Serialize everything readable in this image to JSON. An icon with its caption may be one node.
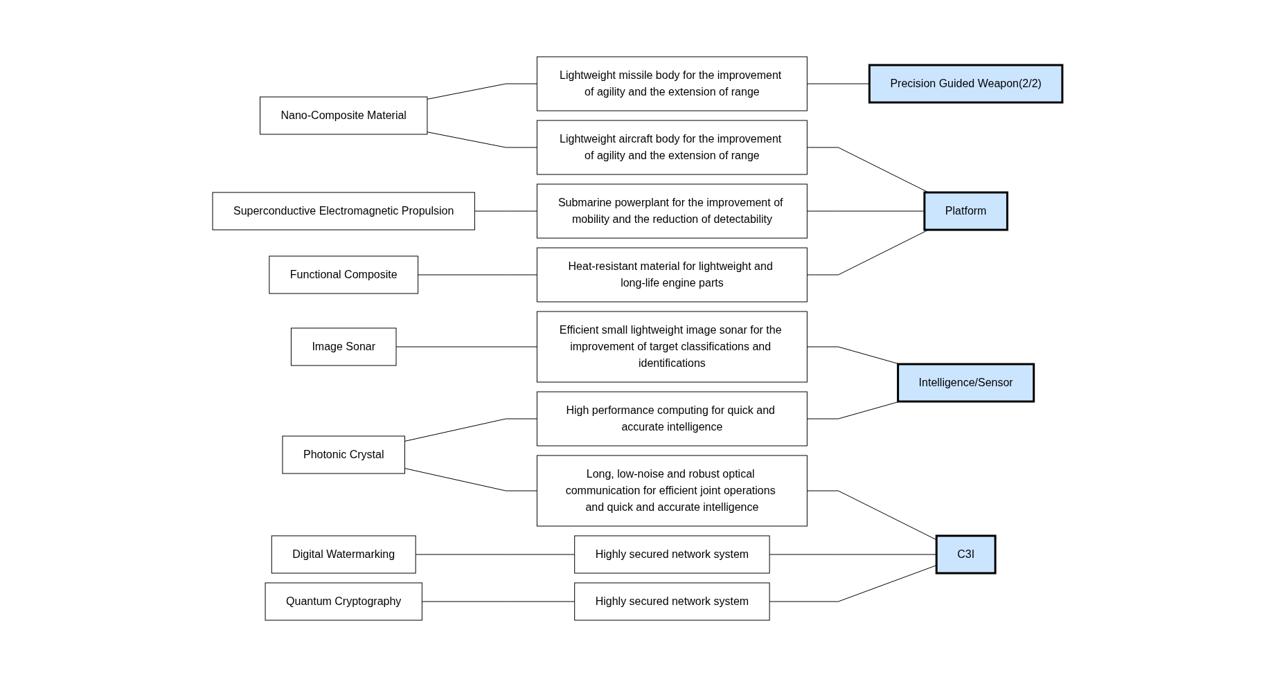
{
  "diagram": {
    "nodes": [
      {
        "text": [
          "Nano-Composite Material"
        ]
      },
      {
        "text": [
          "Superconductive Electromagnetic Propulsion"
        ]
      },
      {
        "text": [
          "Functional Composite"
        ]
      },
      {
        "text": [
          "Image Sonar"
        ]
      },
      {
        "text": [
          "Photonic Crystal"
        ]
      },
      {
        "text": [
          "Digital Watermarking"
        ]
      },
      {
        "text": [
          "Quantum Cryptography"
        ]
      },
      {
        "text": [
          "Lightweight missile body for the improvement of agility and the extension of range"
        ]
      },
      {
        "text": [
          "Lightweight aircraft body for the improvement of agility and the extension of range"
        ]
      },
      {
        "text": [
          "Submarine powerplant for the improvement of mobility and the reduction of detectability"
        ]
      },
      {
        "text": [
          "Heat-resistant material for lightweight and long-life engine parts"
        ]
      },
      {
        "text": [
          "Efficient small lightweight image sonar for the improvement of target classifications and identifications"
        ]
      },
      {
        "text": [
          "High performance computing for quick and accurate intelligence"
        ]
      },
      {
        "text": [
          "Long, low-noise and robust optical communication for efficient joint operations and quick and accurate intelligence"
        ]
      },
      {
        "text": [
          "Highly secured network system"
        ]
      },
      {
        "text": [
          "Highly secured network system"
        ]
      },
      {
        "text": [
          "Precision Guided Weapon(2/2)"
        ]
      },
      {
        "text": [
          "Platform"
        ]
      },
      {
        "text": [
          "Intelligence/Sensor"
        ]
      },
      {
        "text": [
          "C3I"
        ]
      }
    ],
    "edges": [
      {
        "from": 0,
        "to": 7,
        "arrow": "none"
      },
      {
        "from": 0,
        "to": 8,
        "arrow": "none"
      },
      {
        "from": 1,
        "to": 9,
        "arrow": "none"
      },
      {
        "from": 2,
        "to": 10,
        "arrow": "none"
      },
      {
        "from": 3,
        "to": 11,
        "arrow": "none"
      },
      {
        "from": 4,
        "to": 12,
        "arrow": "none"
      },
      {
        "from": 4,
        "to": 13,
        "arrow": "none"
      },
      {
        "from": 5,
        "to": 14,
        "arrow": "none"
      },
      {
        "from": 6,
        "to": 15,
        "arrow": "none"
      },
      {
        "from": 7,
        "to": 16,
        "arrow": "none"
      },
      {
        "from": 8,
        "to": 17,
        "arrow": "none"
      },
      {
        "from": 9,
        "to": 17,
        "arrow": "none"
      },
      {
        "from": 10,
        "to": 17,
        "arrow": "none"
      },
      {
        "from": 11,
        "to": 18,
        "arrow": "none"
      },
      {
        "from": 12,
        "to": 18,
        "arrow": "none"
      },
      {
        "from": 13,
        "to": 19,
        "arrow": "none"
      },
      {
        "from": 14,
        "to": 19,
        "arrow": "none"
      },
      {
        "from": 15,
        "to": 19,
        "arrow": "none"
      }
    ]
  }
}
